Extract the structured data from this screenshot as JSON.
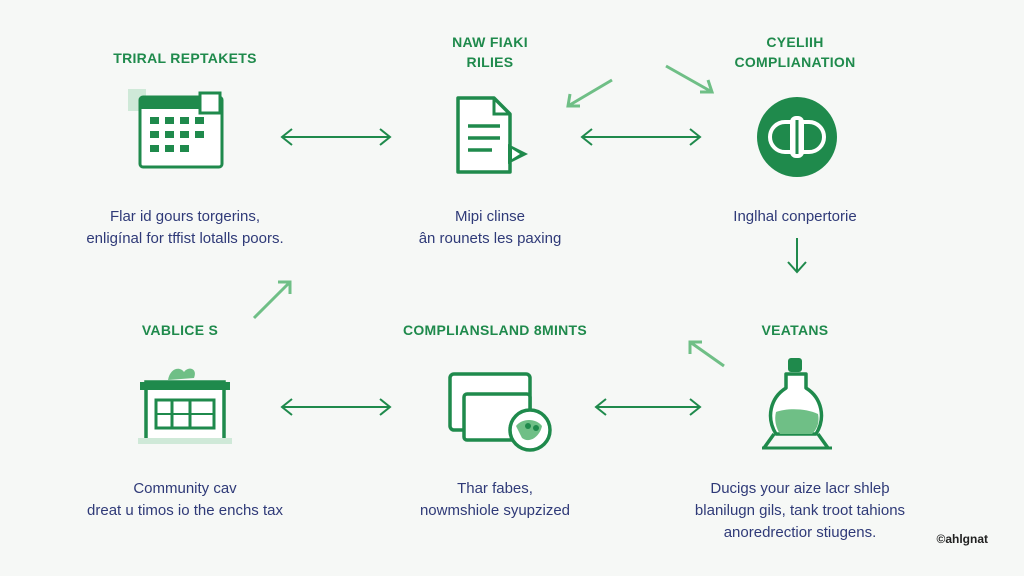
{
  "nodes": [
    {
      "id": "n1",
      "title": [
        "TRIRAL REPTAKETS"
      ],
      "desc": [
        "Flar id gours torgerins,",
        "enligínal for tffist lotalls poors."
      ],
      "icon": "calendar-icon"
    },
    {
      "id": "n2",
      "title": [
        "NAW FIAKI",
        "RILIES"
      ],
      "desc": [
        "Mipi clinse",
        "ân rounets les paxing"
      ],
      "icon": "document-icon"
    },
    {
      "id": "n3",
      "title": [
        "CYELIIH",
        "COMPLIANATION"
      ],
      "desc": [
        "Inglhal conpertorie"
      ],
      "icon": "capsule-badge-icon"
    },
    {
      "id": "n4",
      "title": [
        "VABLICE S"
      ],
      "desc": [
        "Community cav",
        "dreat u timos io the enchs tax"
      ],
      "icon": "storefront-icon"
    },
    {
      "id": "n5",
      "title": [
        "COMPLIANSLAND 8MINTS"
      ],
      "desc": [
        "Thar fabes,",
        "nowmshiole syupzized"
      ],
      "icon": "monitor-globe-icon"
    },
    {
      "id": "n6",
      "title": [
        "VEATANS"
      ],
      "desc": [
        "Ducigs your aize lacr shleþ",
        "blanilugn gils, tank troot tahions",
        "anoredrectior stiugens."
      ],
      "icon": "flask-icon"
    }
  ],
  "watermark": "©ahlgnat",
  "colors": {
    "accent": "#1f8a4c",
    "text": "#2f3a78",
    "background": "#f6f8f6"
  }
}
